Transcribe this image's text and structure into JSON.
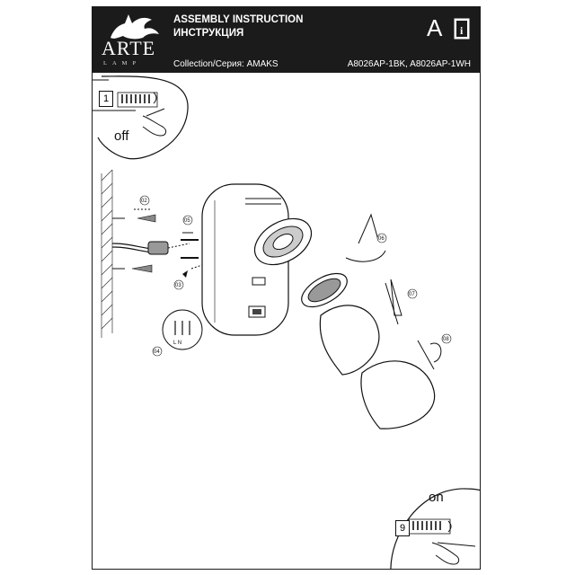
{
  "header": {
    "logo_word": "ARTE",
    "logo_sub": "LAMP",
    "title_en": "ASSEMBLY INSTRUCTION",
    "title_ru": "ИНСТРУКЦИЯ",
    "collection": "Collection/Серия: AMAKS",
    "models": "A8026AP-1BK, A8026AP-1WH",
    "page_letter": "A"
  },
  "steps": {
    "first": "1",
    "last": "9",
    "off_label": "off",
    "on_label": "on"
  },
  "callouts": [
    "02",
    "03",
    "04",
    "05",
    "06",
    "07",
    "08"
  ],
  "wiring_label": "L N",
  "colors": {
    "header_bg": "#1b1b1b",
    "line": "#1a1a1a"
  }
}
